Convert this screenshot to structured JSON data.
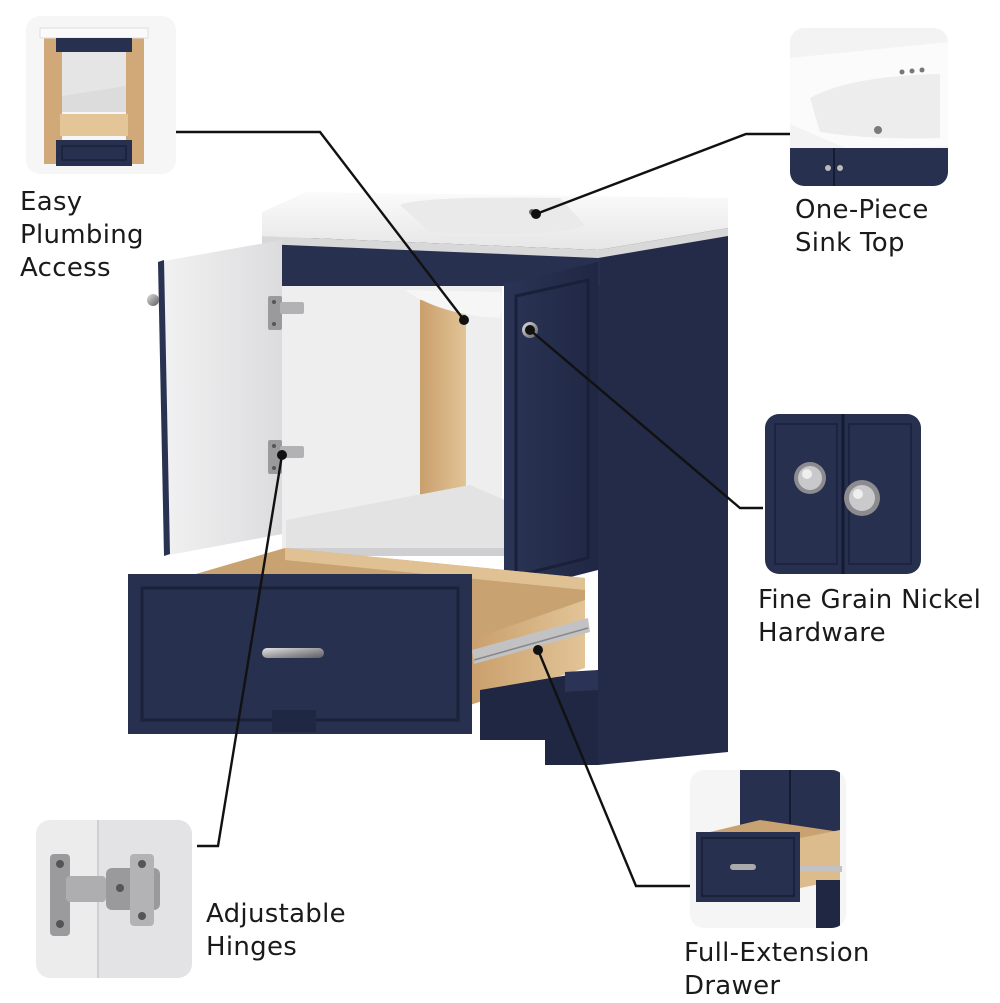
{
  "callouts": {
    "plumbing": {
      "line1": "Easy",
      "line2": "Plumbing",
      "line3": "Access"
    },
    "sink": {
      "line1": "One-Piece",
      "line2": "Sink Top"
    },
    "hardware": {
      "line1": "Fine Grain Nickel",
      "line2": "Hardware"
    },
    "hinges": {
      "line1": "Adjustable",
      "line2": "Hinges"
    },
    "drawer": {
      "line1": "Full-Extension",
      "line2": "Drawer"
    }
  },
  "colors": {
    "cabinet_navy": "#27304f",
    "cabinet_navy_dark": "#1c2340",
    "sink_white": "#f4f4f4",
    "interior_white": "#e9e9ea",
    "wood": "#d7b588",
    "nickel": "#a9a9ab",
    "leader_line": "#111111"
  }
}
